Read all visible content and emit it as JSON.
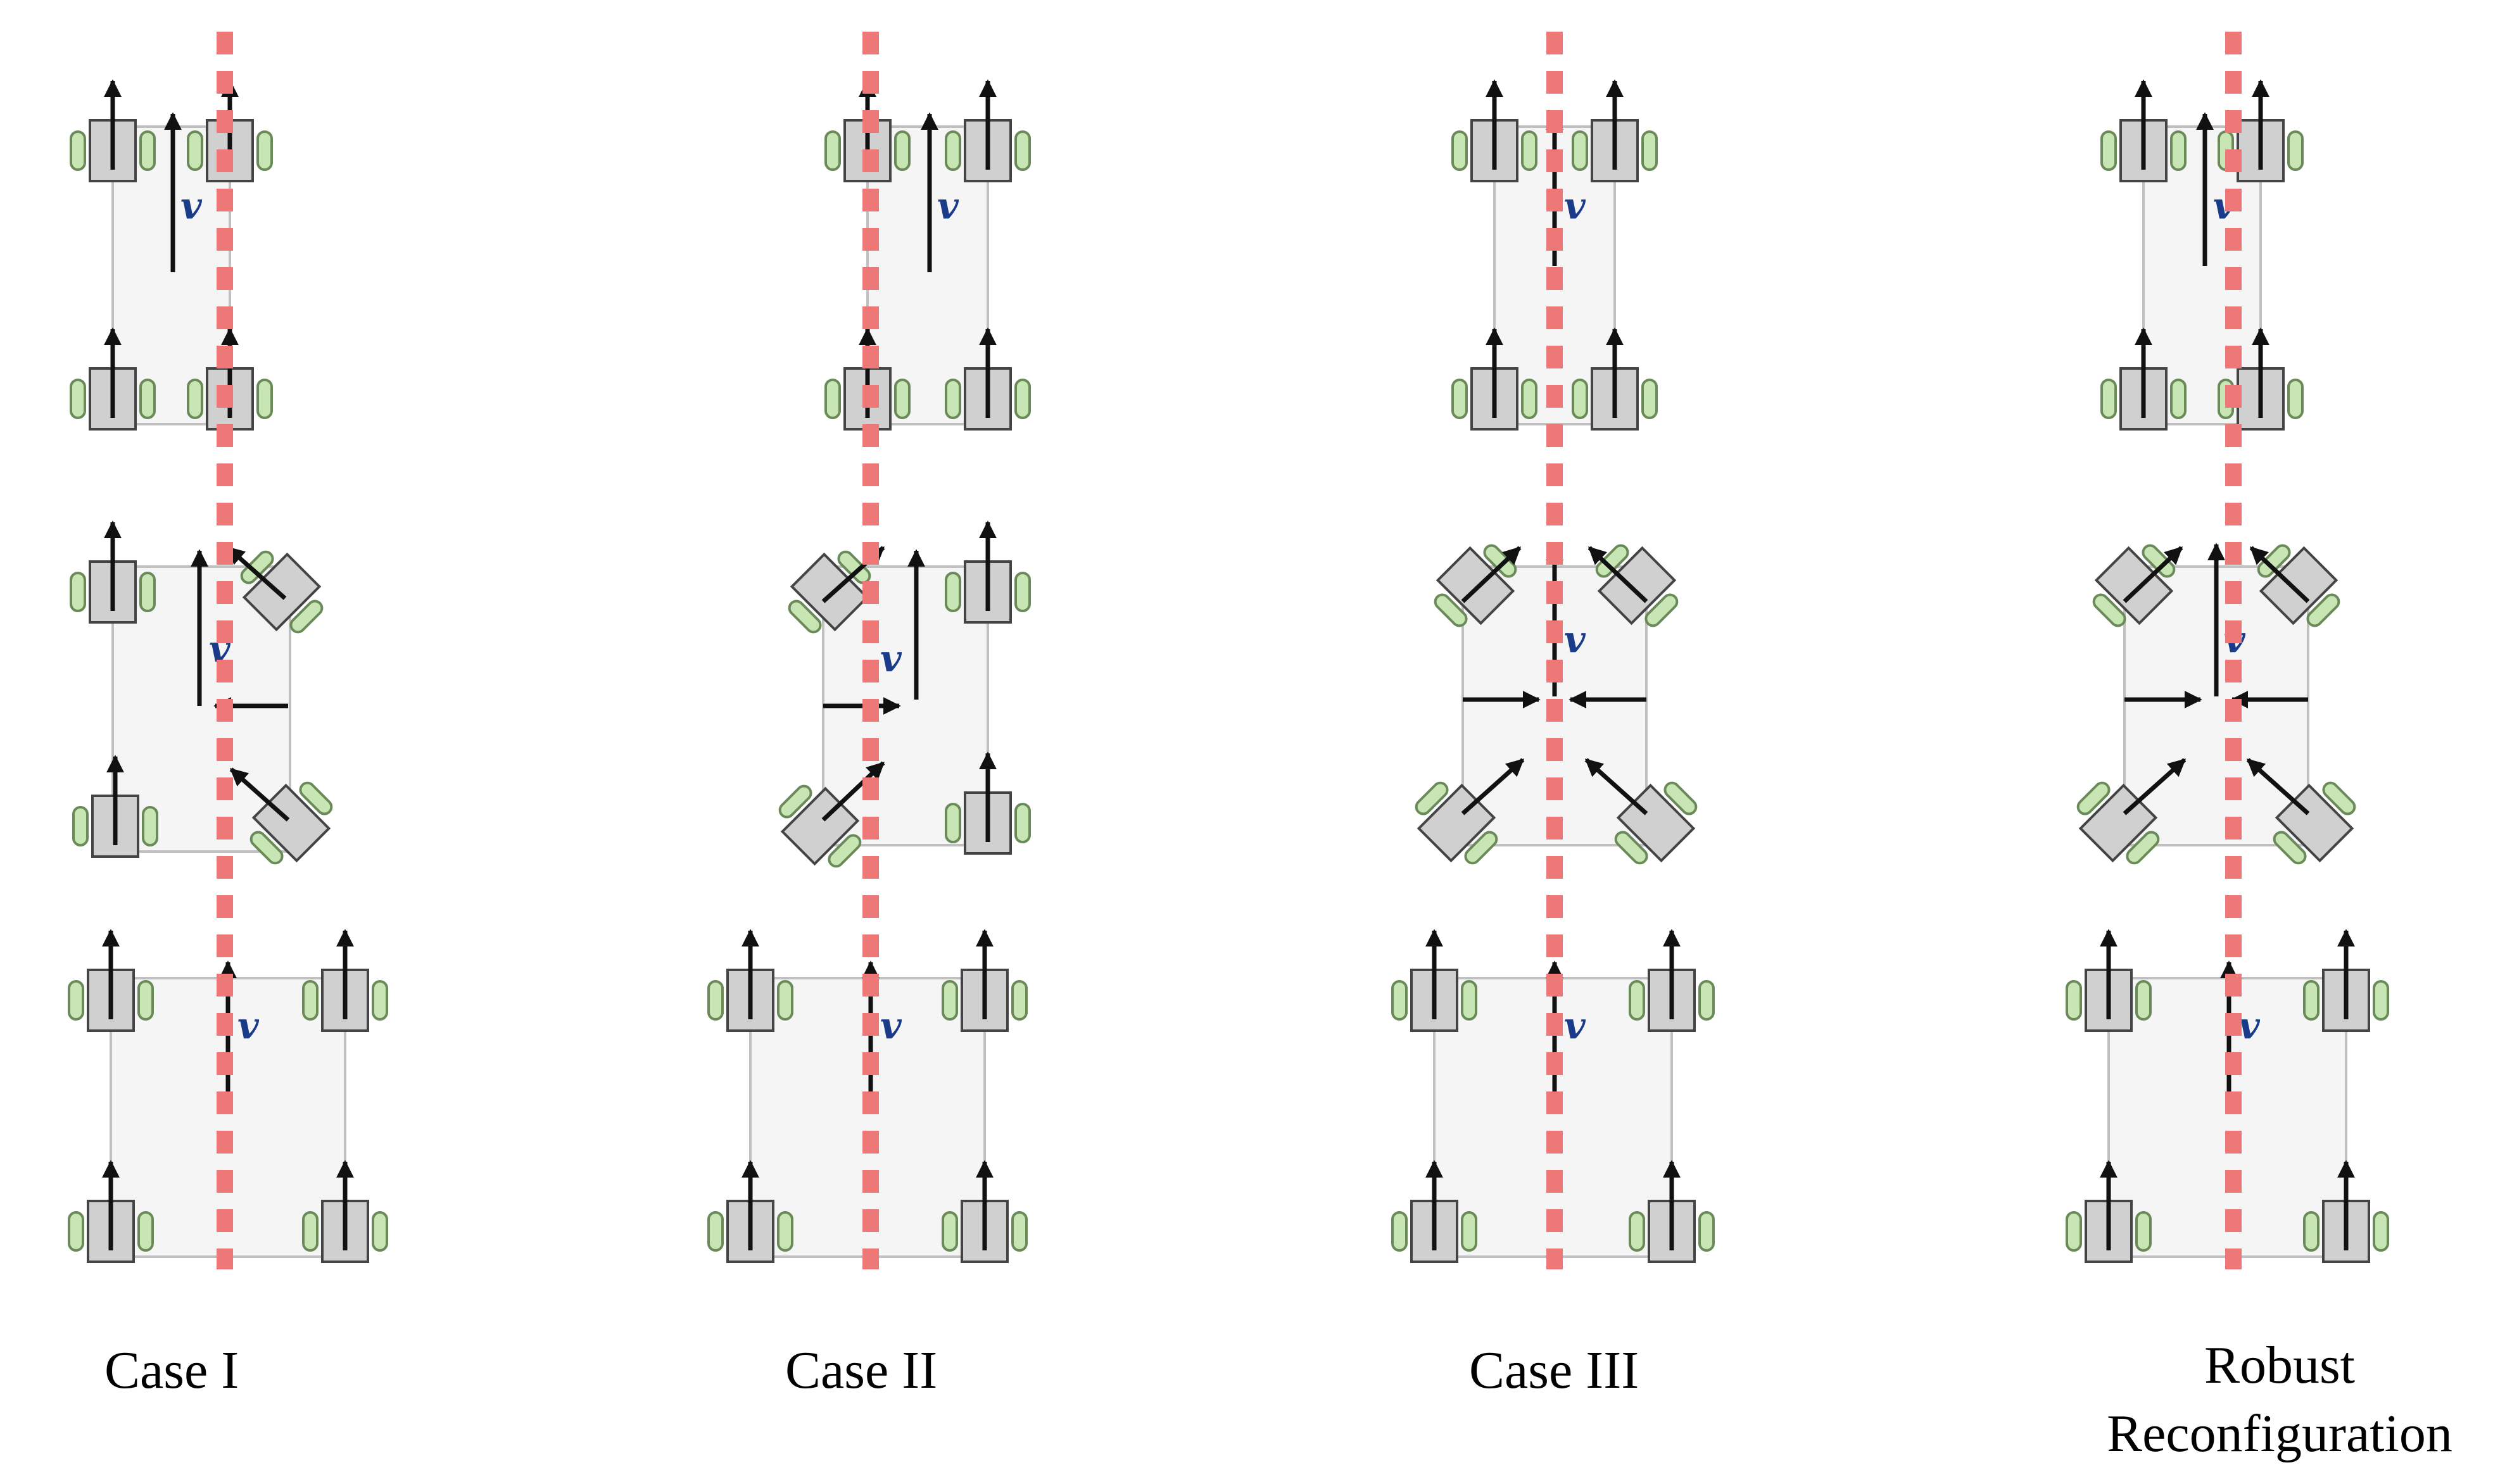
{
  "velocity_symbol": "v",
  "cases": [
    {
      "label": "Case I"
    },
    {
      "label": "Case II"
    },
    {
      "label": "Case III"
    },
    {
      "label_line1": "Robust",
      "label_line2": "Reconfiguration"
    }
  ],
  "colors": {
    "centerline": "#ee7777",
    "wheel_fill": "#c8e6b4",
    "wheel_stroke": "#6a8a5a",
    "module_fill": "#d0d0d0",
    "module_stroke": "#444444",
    "body_fill": "#f5f5f5",
    "body_stroke": "#c0c0c0",
    "arrow": "#111111",
    "velocity_label": "#1a3a8a"
  }
}
